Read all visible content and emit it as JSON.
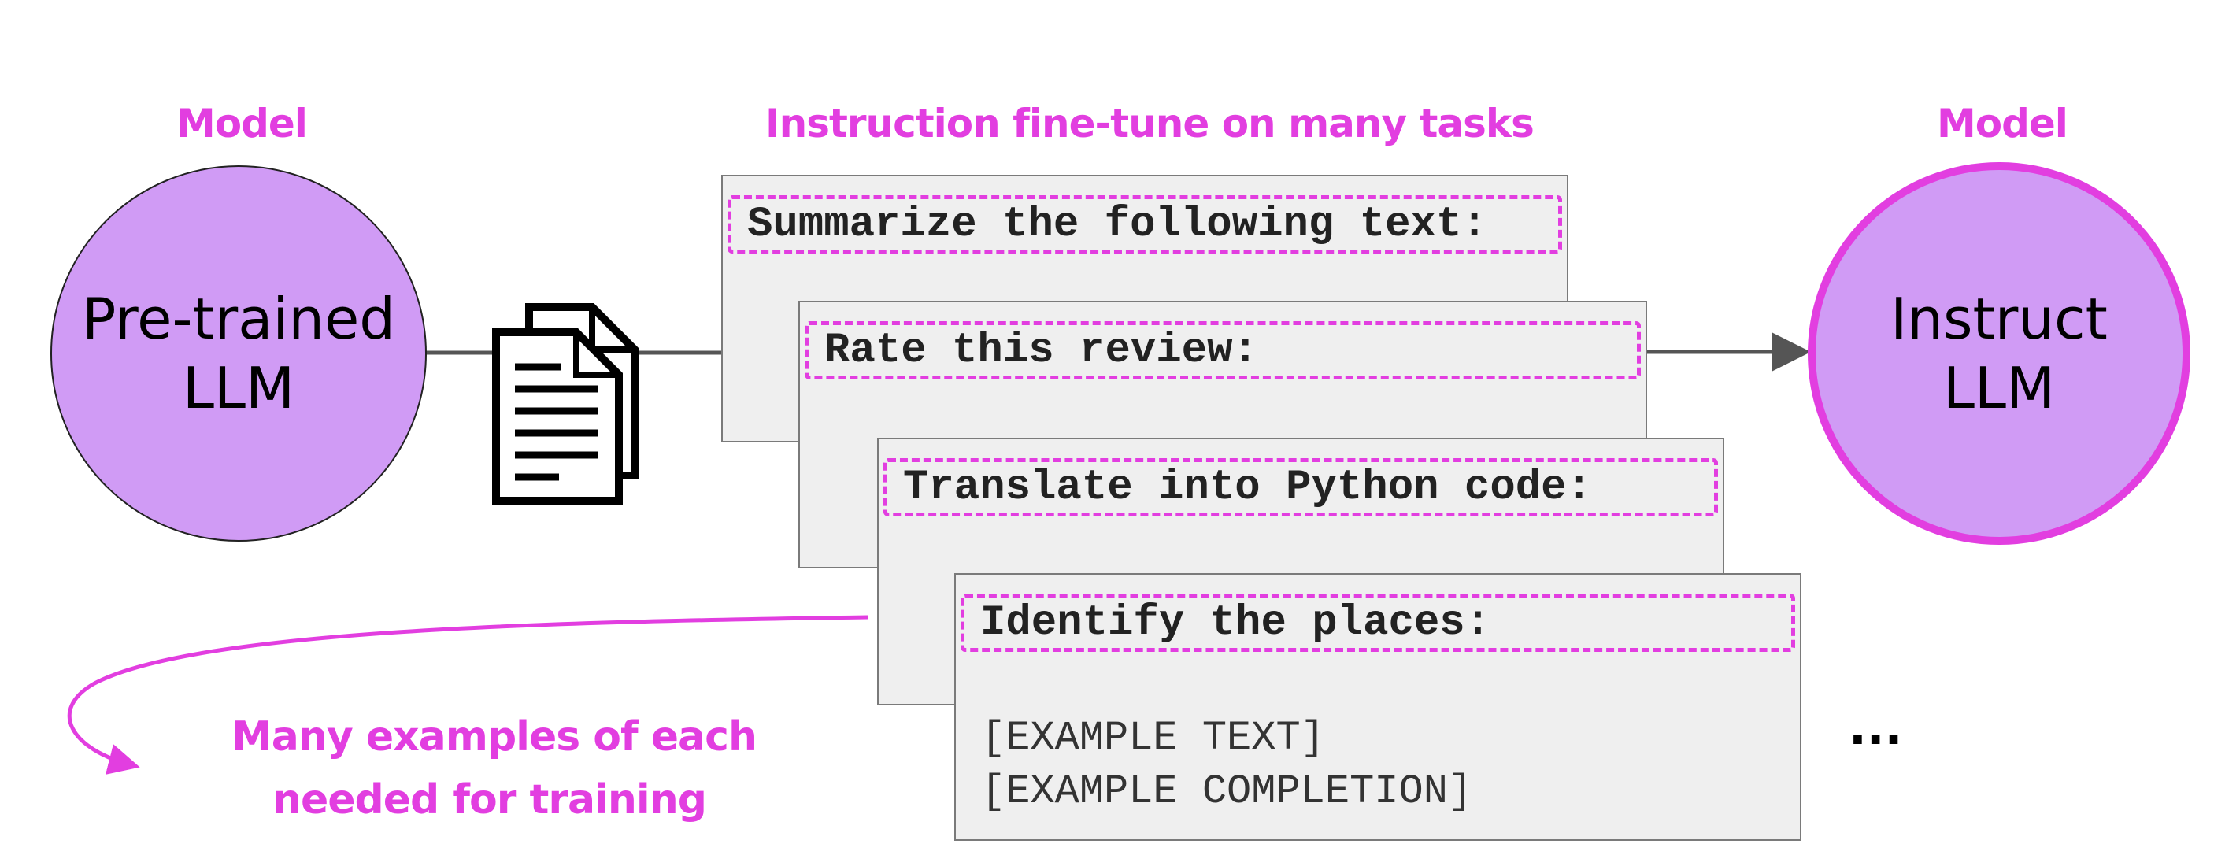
{
  "header": {
    "left_label": "Model",
    "center_label": "Instruction fine-tune on many tasks",
    "right_label": "Model"
  },
  "pretrained_circle": {
    "text": "Pre-trained\nLLM",
    "fill": "#d09bf5"
  },
  "instruct_circle": {
    "text": "Instruct\nLLM",
    "fill": "#d09bf5",
    "border": "#e23ee0"
  },
  "documents_icon": "documents-icon",
  "cards": [
    {
      "instruction": "Summarize the following text:"
    },
    {
      "instruction": "Rate this review:"
    },
    {
      "instruction": "Translate into Python code:"
    },
    {
      "instruction": "Identify the places:",
      "example_text": "[EXAMPLE TEXT]",
      "example_completion": "[EXAMPLE COMPLETION]"
    }
  ],
  "ellipsis": "...",
  "note": {
    "line1": "Many examples of each",
    "line2": "needed for training"
  },
  "colors": {
    "accent": "#e23ee0",
    "card_bg": "#efefef",
    "card_border": "#7a7a7a",
    "arrow": "#555555"
  }
}
